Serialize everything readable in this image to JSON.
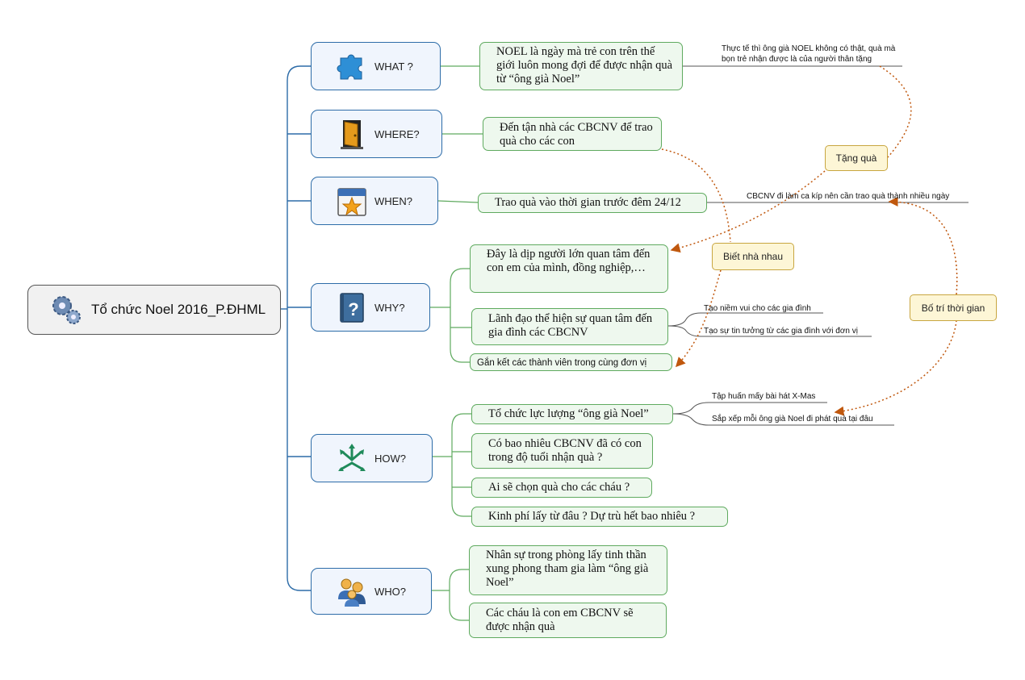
{
  "root": {
    "label": "Tổ chức Noel 2016_P.ĐHML",
    "icon": "gears-icon"
  },
  "branches": {
    "what": {
      "label": "WHAT ?",
      "icon": "puzzle-icon",
      "leaves": [
        "NOEL là ngày mà trẻ con trên thế giới luôn mong đợi để được nhận quà từ “ông già Noel”"
      ],
      "notes": [
        "Thực tế thì ông già NOEL không có thật, quà mà bọn trẻ nhận được là của người thân tặng"
      ]
    },
    "where": {
      "label": "WHERE?",
      "icon": "door-icon",
      "leaves": [
        "Đến tận nhà các CBCNV để trao quà cho các con"
      ]
    },
    "when": {
      "label": "WHEN?",
      "icon": "calendar-star-icon",
      "leaves": [
        "Trao quà vào thời gian trước đêm 24/12"
      ],
      "notes": [
        "CBCNV đi làm ca kíp nên cần trao quà thành nhiều ngày"
      ]
    },
    "why": {
      "label": "WHY?",
      "icon": "question-book-icon",
      "leaves": [
        "Đây là dịp người lớn quan tâm đến con em của mình, đồng nghiệp,…",
        "Lãnh đạo thể hiện sự quan tâm đến gia đình các CBCNV",
        "Gắn kết các thành viên trong cùng đơn vị"
      ],
      "notes": [
        "Tạo niềm vui cho các gia đình",
        "Tạo sự tin tưởng từ các gia đình với đơn vị"
      ]
    },
    "how": {
      "label": "HOW?",
      "icon": "arrows-spread-icon",
      "leaves": [
        "Tổ chức lực lượng “ông già Noel”",
        "Có bao nhiêu CBCNV đã có con trong độ tuổi nhận quà ?",
        "Ai sẽ chọn quà cho các cháu ?",
        "Kinh phí lấy từ đâu ? Dự trù hết bao nhiêu ?"
      ],
      "notes": [
        "Tập huấn mấy bài hát X-Mas",
        "Sắp xếp mỗi ông già Noel đi phát quà tại đâu"
      ]
    },
    "who": {
      "label": "WHO?",
      "icon": "people-icon",
      "leaves": [
        "Nhân sự trong phòng lấy tinh thần xung phong tham gia làm “ông già Noel”",
        "Các cháu là con em CBCNV sẽ được nhận quà"
      ]
    }
  },
  "callouts": {
    "tang_qua": "Tặng quà",
    "biet_nha_nhau": "Biết nhà nhau",
    "bo_tri_thoi_gian": "Bố trí thời gian"
  },
  "colors": {
    "branch_border": "#2d6ca8",
    "leaf_border": "#5faa5f",
    "leaf_fill": "#eef8ee",
    "callout_line": "#c0580e",
    "callout_fill": "#fdf6d6"
  }
}
